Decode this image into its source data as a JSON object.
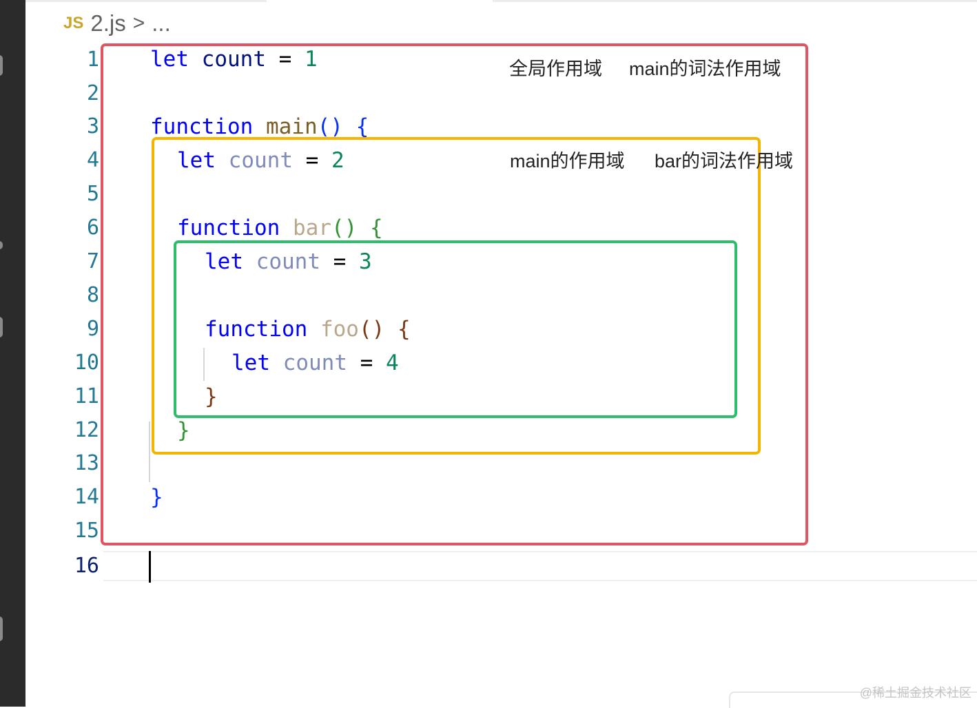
{
  "breadcrumb": {
    "file_icon": "JS",
    "file_name": "2.js",
    "separator": ">",
    "tail": "..."
  },
  "lines": [
    {
      "num": "1"
    },
    {
      "num": "2"
    },
    {
      "num": "3"
    },
    {
      "num": "4"
    },
    {
      "num": "5"
    },
    {
      "num": "6"
    },
    {
      "num": "7"
    },
    {
      "num": "8"
    },
    {
      "num": "9"
    },
    {
      "num": "10"
    },
    {
      "num": "11"
    },
    {
      "num": "12"
    },
    {
      "num": "13"
    },
    {
      "num": "14"
    },
    {
      "num": "15"
    },
    {
      "num": "16"
    }
  ],
  "code": {
    "l1": {
      "kw": "let",
      "name": "count",
      "op": "=",
      "val": "1"
    },
    "l3": {
      "kw": "function",
      "name": "main",
      "paren": "()",
      "brace": "{"
    },
    "l4": {
      "kw": "let",
      "name": "count",
      "op": "=",
      "val": "2"
    },
    "l6": {
      "kw": "function",
      "name": "bar",
      "paren": "()",
      "brace": "{"
    },
    "l7": {
      "kw": "let",
      "name": "count",
      "op": "=",
      "val": "3"
    },
    "l9": {
      "kw": "function",
      "name": "foo",
      "paren": "()",
      "brace": "{"
    },
    "l10": {
      "kw": "let",
      "name": "count",
      "op": "=",
      "val": "4"
    },
    "l11": {
      "brace": "}"
    },
    "l12": {
      "brace": "}"
    },
    "l14": {
      "brace": "}"
    }
  },
  "annotations": {
    "global_scope": "全局作用域",
    "main_lexical": "main的词法作用域",
    "main_scope": "main的作用域",
    "bar_lexical": "bar的词法作用域"
  },
  "scope_colors": {
    "global": "#e05564",
    "main": "#f4b400",
    "bar": "#2ebd6b"
  },
  "watermark": "@稀土掘金技术社区"
}
